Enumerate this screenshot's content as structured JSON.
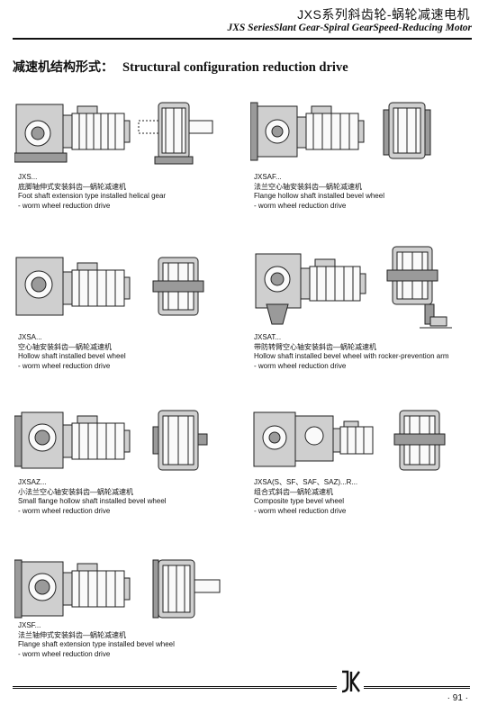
{
  "header": {
    "title_cn": "JXS系列斜齿轮-蜗轮减速电机",
    "title_en": "JXS SeriesSlant Gear-Spiral GearSpeed-Reducing Motor"
  },
  "section": {
    "title_cn": "减速机结构形式：",
    "title_en": "Structural configuration reduction drive"
  },
  "items": [
    {
      "code": "JXS...",
      "cn": "底脚轴伸式安装斜齿—蜗轮减速机",
      "en1": "Foot shaft extension type installed helical gear",
      "en2": "- worm wheel reduction drive"
    },
    {
      "code": "JXSAF...",
      "cn": "法兰空心轴安装斜齿—蜗轮减速机",
      "en1": "Flange hollow shaft installed bevel wheel",
      "en2": "- worm wheel reduction drive"
    },
    {
      "code": "JXSA...",
      "cn": "空心轴安装斜齿—蜗轮减速机",
      "en1": "Hollow shaft installed bevel wheel",
      "en2": "- worm wheel reduction drive"
    },
    {
      "code": "JXSAT...",
      "cn": "带防转臂空心轴安装斜齿—蜗轮减速机",
      "en1": "Hollow shaft installed bevel wheel with rocker-prevention arm",
      "en2": "- worm wheel reduction drive"
    },
    {
      "code": "JXSAZ...",
      "cn": "小法兰空心轴安装斜齿—蜗轮减速机",
      "en1": "Small flange hollow shaft installed bevel wheel",
      "en2": "- worm wheel reduction drive"
    },
    {
      "code": "JXSA(S、SF、SAF、SAZ)...R...",
      "cn": "组合式斜齿—蜗轮减速机",
      "en1": "Composite type bevel wheel",
      "en2": "- worm wheel reduction drive"
    },
    {
      "code": "JXSF...",
      "cn": "法兰轴伸式安装斜齿—蜗轮减速机",
      "en1": "Flange shaft extension type installed bevel wheel",
      "en2": "- worm wheel reduction drive"
    }
  ],
  "footer": {
    "logo_text": "JK",
    "page_number": "· 91 ·"
  }
}
